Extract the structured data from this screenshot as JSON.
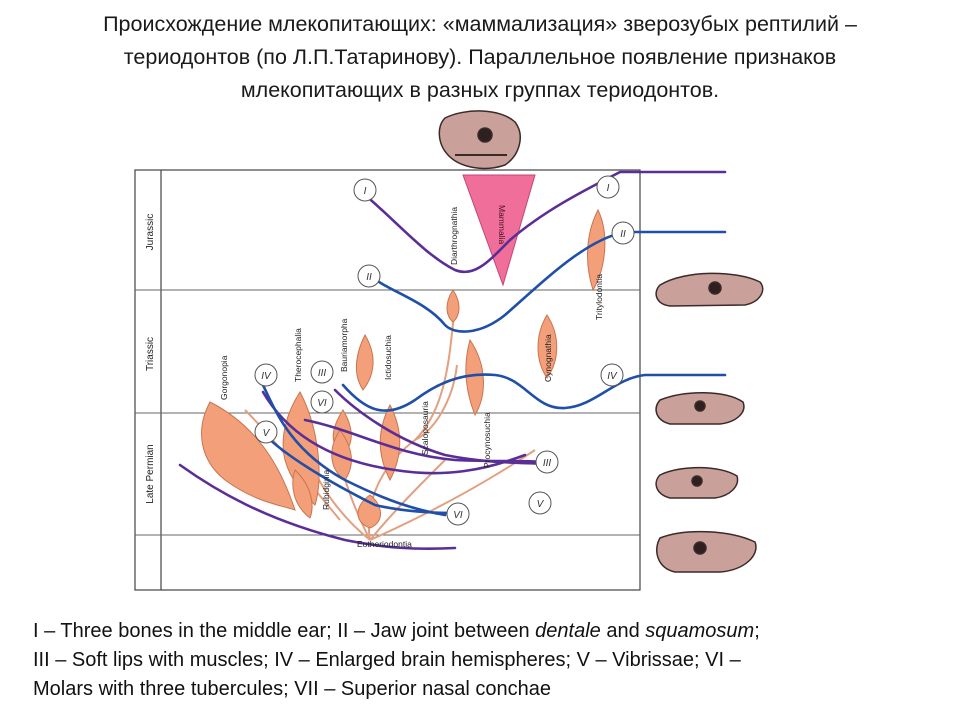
{
  "title": {
    "line1": "Происхождение млекопитающих: «маммализация» зверозубых рептилий –",
    "line2": "териодонтов (по Л.П.Татаринову). Параллельное появление признаков",
    "line3": "млекопитающих в разных группах териодонтов."
  },
  "diagram": {
    "periods": [
      "Jurassic",
      "Triassic",
      "Late Permian"
    ],
    "groups": [
      "Mammalia",
      "Diarthrognathia",
      "Gorgonopia",
      "Therocephalia",
      "Bauriamorpha",
      "Ictidosuchia",
      "Scaloposauria",
      "Procynosuchia",
      "Cynognathia",
      "Tritylodontia",
      "Rubidginia",
      "Eotheriodontia"
    ],
    "marker_labels": [
      "I",
      "II",
      "III",
      "IV",
      "V",
      "VI"
    ]
  },
  "caption": {
    "line1_a": "I – Three bones in the middle ear; II – Jaw joint between ",
    "line1_b": "dentale",
    "line1_c": " and ",
    "line1_d": "squamosum",
    "line1_e": ";",
    "line2": "III – Soft lips with muscles; IV – Enlarged brain hemispheres; V – Vibrissae; VI –",
    "line3": "Molars with three tubercules; VII – Superior nasal conchae"
  },
  "colors": {
    "bush_fill": "#f3a07a",
    "bush_edge": "#c9744e",
    "mammalia_fill": "#f06f9a",
    "purple_line": "#5a2e96",
    "blue_line": "#1f4fa8",
    "skull_fill": "#c9a09a"
  }
}
